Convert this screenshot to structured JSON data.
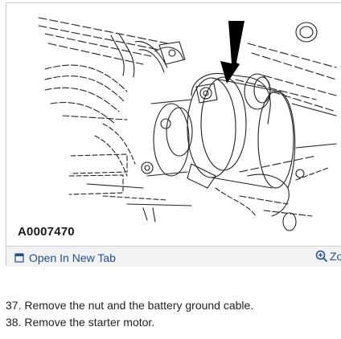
{
  "figure": {
    "id_label": "A0007470"
  },
  "toolbar": {
    "open_tab_label": "Open In New Tab",
    "zoom_label": "Zo"
  },
  "steps": [
    "37. Remove the nut and the battery ground cable.",
    "38. Remove the starter motor."
  ],
  "colors": {
    "link": "#1f4f8f",
    "toolbar_bg": "#f2f2f2",
    "border": "#c8c8c8"
  },
  "icons": {
    "open_tab": "open-in-new-tab-icon",
    "zoom": "zoom-in-icon",
    "pointer": "arrow-pointer-icon"
  }
}
